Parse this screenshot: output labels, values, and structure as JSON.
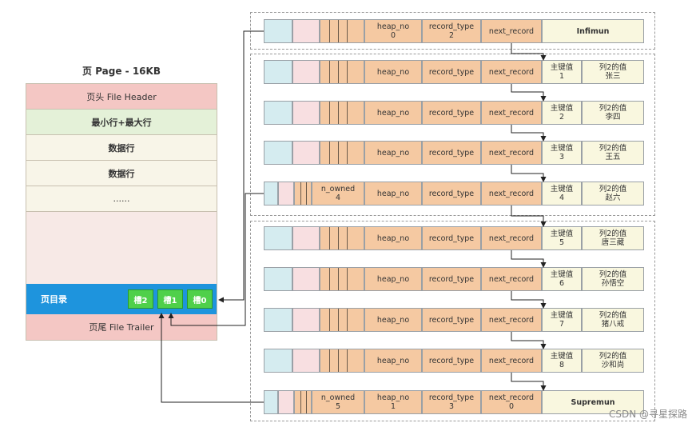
{
  "page": {
    "title": "页 Page - 16KB",
    "file_header": "页头 File Header",
    "min_max": "最小行+最大行",
    "data_row_1": "数据行",
    "data_row_2": "数据行",
    "ellipsis": "......",
    "page_directory": "页目录",
    "slots": [
      "槽2",
      "槽1",
      "槽0"
    ],
    "file_trailer": "页尾 File Trailer"
  },
  "records": {
    "infimum": {
      "heap_no": "heap_no",
      "heap_val": "0",
      "type": "record_type",
      "type_val": "2",
      "next": "next_record",
      "label": "Infimun"
    },
    "rows": [
      {
        "heap": "heap_no",
        "type": "record_type",
        "next": "next_record",
        "key": "主键值",
        "key_val": "1",
        "col": "列2的值",
        "col_val": "张三"
      },
      {
        "heap": "heap_no",
        "type": "record_type",
        "next": "next_record",
        "key": "主键值",
        "key_val": "2",
        "col": "列2的值",
        "col_val": "李四"
      },
      {
        "heap": "heap_no",
        "type": "record_type",
        "next": "next_record",
        "key": "主键值",
        "key_val": "3",
        "col": "列2的值",
        "col_val": "王五"
      },
      {
        "heap": "heap_no",
        "type": "record_type",
        "next": "next_record",
        "key": "主键值",
        "key_val": "4",
        "col": "列2的值",
        "col_val": "赵六",
        "n_owned": "n_owned",
        "n_owned_val": "4"
      },
      {
        "heap": "heap_no",
        "type": "record_type",
        "next": "next_record",
        "key": "主键值",
        "key_val": "5",
        "col": "列2的值",
        "col_val": "唐三藏"
      },
      {
        "heap": "heap_no",
        "type": "record_type",
        "next": "next_record",
        "key": "主键值",
        "key_val": "6",
        "col": "列2的值",
        "col_val": "孙悟空"
      },
      {
        "heap": "heap_no",
        "type": "record_type",
        "next": "next_record",
        "key": "主键值",
        "key_val": "7",
        "col": "列2的值",
        "col_val": "猪八戒"
      },
      {
        "heap": "heap_no",
        "type": "record_type",
        "next": "next_record",
        "key": "主键值",
        "key_val": "8",
        "col": "列2的值",
        "col_val": "沙和尚"
      }
    ],
    "supremum": {
      "n_owned": "n_owned",
      "n_owned_val": "5",
      "heap_no": "heap_no",
      "heap_val": "1",
      "type": "record_type",
      "type_val": "3",
      "next": "next_record",
      "next_val": "0",
      "label": "Supremun"
    }
  },
  "watermark": "CSDN @寻星探路"
}
